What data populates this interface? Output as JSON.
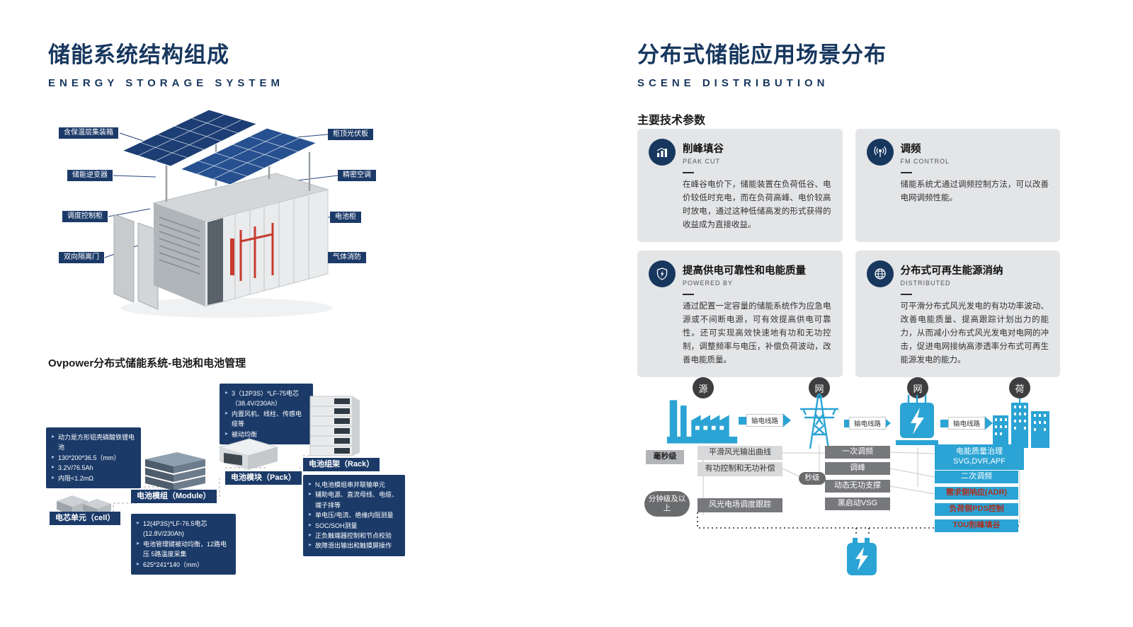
{
  "left": {
    "title": "储能系统结构组成",
    "subtitle": "ENERGY STORAGE SYSTEM",
    "diagram_labels": {
      "l0": "含保温层集装箱",
      "l1": "储能逆变器",
      "l2": "调度控制柜",
      "l3": "双向隔离门",
      "r0": "柜顶光伏板",
      "r1": "精密空调",
      "r2": "电池柜",
      "r3": "气体消防"
    },
    "section2_title": "Ovpower分布式储能系统-电池和电池管理",
    "hierarchy": {
      "cell": {
        "label": "电芯单元（cell）",
        "specs": [
          "动力是方形铝壳磷酸铁锂电池",
          "130*200*36.5（mm）",
          "3.2V/76.5Ah",
          "内阻<1.2mΩ"
        ]
      },
      "module": {
        "label": "电池模组（Module）",
        "specs": [
          "12(4P3S)*LF-76.5电芯(12.8V/230Ah)",
          "电池管理键被动均衡，12路电压 5路温度采集",
          "625*241*140（mm）"
        ]
      },
      "pack": {
        "label": "电池模块（Pack）",
        "specs": [
          "3（12P3S）*LF-75电芯（38.4V/230Ah）",
          "内置风机、线柱、传感电缆等",
          "被动均衡"
        ]
      },
      "rack": {
        "label": "电池组架（Rack）",
        "specs": [
          "N,电池模组串并联输单元",
          "辅助电源、直流母线、电缆、端子排等",
          "单电压/电流、绝缘内阻测量",
          "SOC/SOH测量",
          "正负触端器控制和节点校验",
          "故障滑出输出和触摸屏操作"
        ]
      }
    }
  },
  "right": {
    "title": "分布式储能应用场景分布",
    "subtitle": "SCENE DISTRIBUTION",
    "params_title": "主要技术参数",
    "cards": [
      {
        "title": "削峰填谷",
        "en": "PEAK CUT",
        "body": "在峰谷电价下，储能装置在负荷低谷、电价较低时充电，而在负荷高峰、电价较高时放电，通过这种低储高发的形式获得的收益成为直接收益。"
      },
      {
        "title": "调频",
        "en": "FM CONTROL",
        "body": "储能系统尤通过调频控制方法，可以改善电网调频性能。"
      },
      {
        "title": "提高供电可靠性和电能质量",
        "en": "POWERED BY",
        "body": "通过配置一定容量的储能系统作为应急电源或不间断电源，可有效提高供电可靠性。还可实现高效快速地有功和无功控制，调整频率与电压，补偿负荷波动，改善电能质量。"
      },
      {
        "title": "分布式可再生能源消纳",
        "en": "DISTRIBUTED",
        "body": "可平滑分布式风光发电的有功功率波动、改善电能质量、提高跟踪计划出力的能力，从而减小分布式风光发电对电网的冲击，促进电网接纳高渗透率分布式可再生能源发电的能力。"
      }
    ],
    "flow": {
      "nodes": [
        "源",
        "网",
        "网",
        "荷"
      ],
      "line_label": "输电线路",
      "time_tags": [
        "毫秒级",
        "秒级",
        "分钟级及以上"
      ],
      "left_boxes": [
        "平滑风光输出曲线",
        "有功控制和无功补偿",
        "风光电场调度跟踪"
      ],
      "mid_boxes": [
        "一次调频",
        "调峰",
        "动态无功支撑",
        "黑启动VSG"
      ],
      "right_boxes": [
        "电能质量治理SVG,DVR,APF",
        "二次调频",
        "需求侧响应(ADR)",
        "负荷侧PDS控制",
        "TOU削峰填谷"
      ]
    }
  },
  "colors": {
    "navy": "#17375e",
    "cyan": "#2ba3d4",
    "card_gray": "#e4e5e7",
    "box_dark_gray": "#77787b",
    "red_text": "#a93226"
  }
}
